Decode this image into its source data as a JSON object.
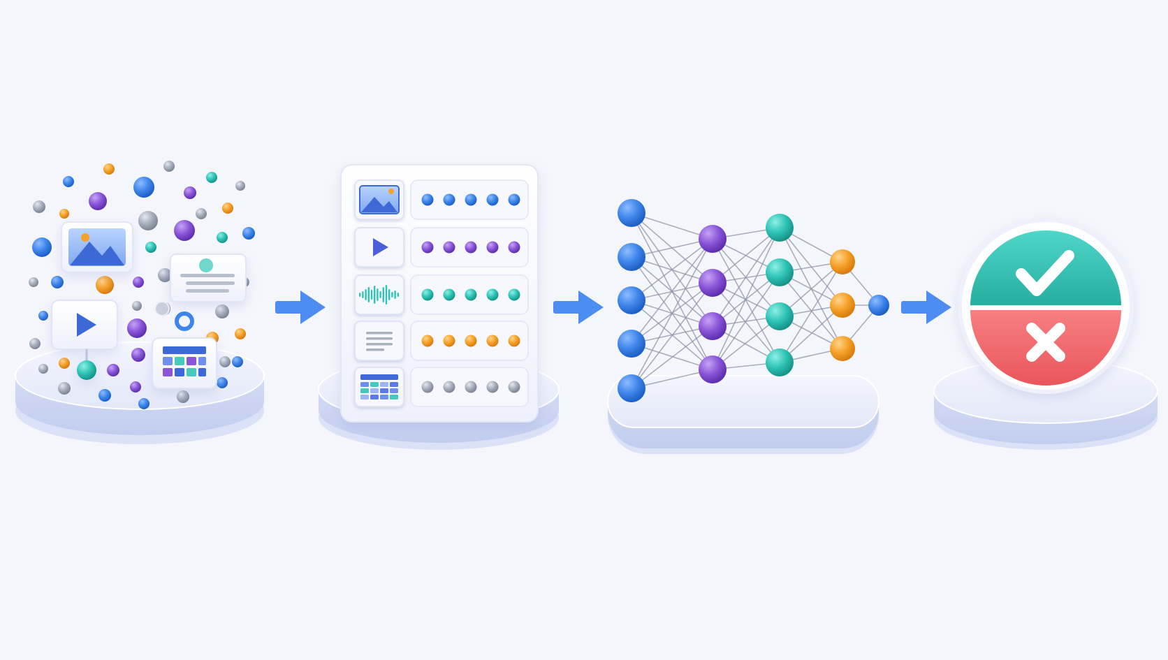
{
  "colors": {
    "background": "#f5f6fc",
    "blue": "#3f86ea",
    "purple": "#8a55d8",
    "teal": "#2ec4b6",
    "orange": "#f5a12a",
    "gray": "#a6adbb",
    "arrow": "#4d8cf0",
    "check": "#34c3b5",
    "cross": "#f26a6e",
    "pedestal": "#dde3f6"
  },
  "stages": [
    {
      "id": "raw-data",
      "icons": [
        "image-icon",
        "text-card-icon",
        "video-play-icon",
        "grid-table-icon",
        "data-dot-icons"
      ]
    },
    {
      "id": "feature-vectors",
      "rows": [
        {
          "icon": "image-icon",
          "dot_color": "blue"
        },
        {
          "icon": "video-play-icon",
          "dot_color": "purple"
        },
        {
          "icon": "audio-wave-icon",
          "dot_color": "teal"
        },
        {
          "icon": "text-lines-icon",
          "dot_color": "orange"
        },
        {
          "icon": "table-icon",
          "dot_color": "gray"
        }
      ]
    },
    {
      "id": "neural-network",
      "layers": [
        {
          "nodes": 5,
          "color": "blue"
        },
        {
          "nodes": 4,
          "color": "purple"
        },
        {
          "nodes": 4,
          "color": "teal"
        },
        {
          "nodes": 3,
          "color": "orange"
        },
        {
          "nodes": 1,
          "color": "blue"
        }
      ]
    },
    {
      "id": "classification-result",
      "icons": [
        "check-icon",
        "cross-icon"
      ]
    }
  ],
  "connectors": [
    "arrow-icon",
    "arrow-icon",
    "arrow-icon"
  ]
}
